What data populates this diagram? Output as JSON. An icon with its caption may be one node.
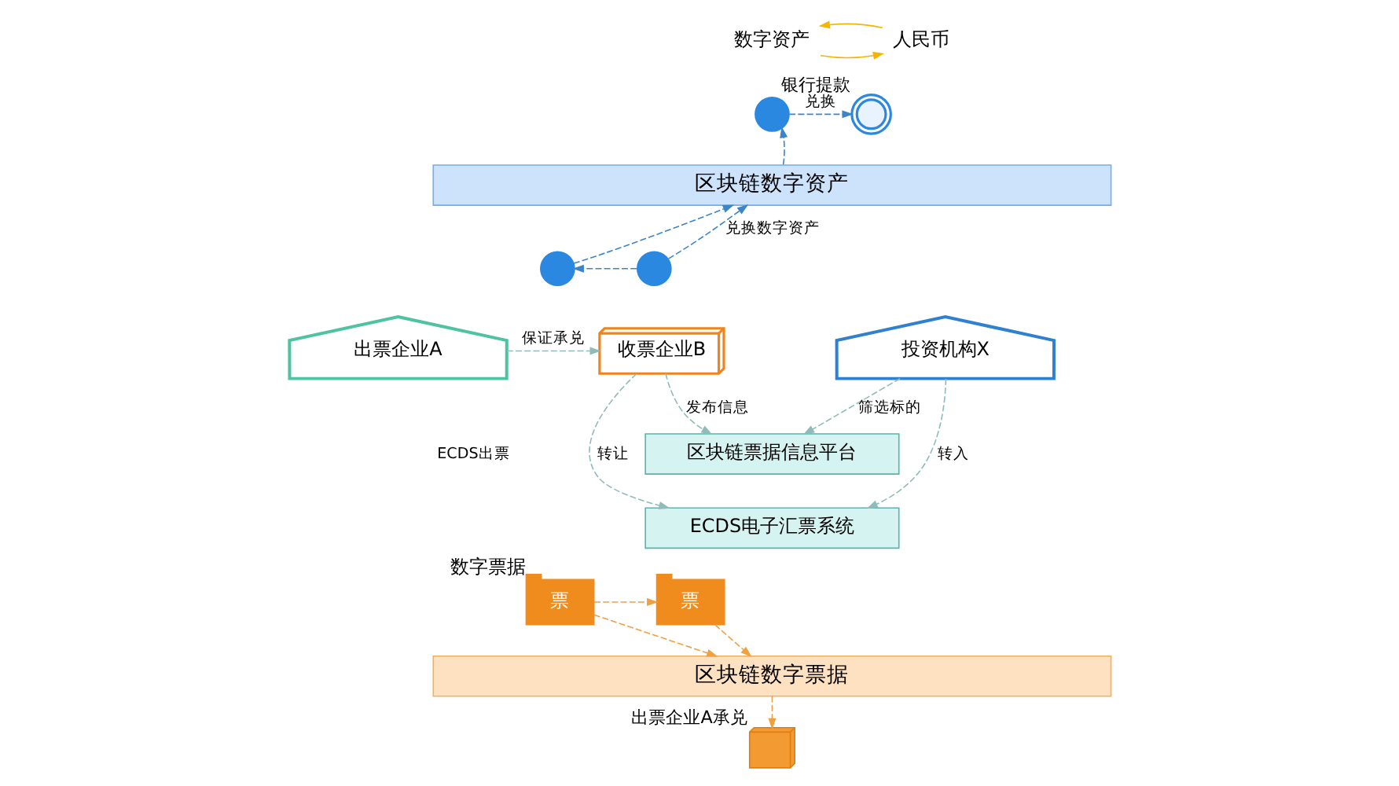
{
  "diagram": {
    "nodes": [
      {
        "text": [
          "数字资产"
        ]
      },
      {
        "text": [
          "人民币"
        ]
      },
      {
        "text": [],
        "shape": "circle"
      },
      {
        "text": [],
        "shape": "circle",
        "beside": [
          "银行提款"
        ]
      },
      {
        "text": [
          "区块链数字资产"
        ]
      },
      {
        "text": [],
        "shape": "circle"
      },
      {
        "text": [],
        "shape": "circle"
      },
      {
        "text": [
          "出票企业A"
        ]
      },
      {
        "text": [
          "收票企业B"
        ]
      },
      {
        "text": [
          "区块链票据信息平台"
        ]
      },
      {
        "text": [
          "ECDS电子汇票系统"
        ]
      },
      {
        "text": [
          "投资机构X"
        ]
      },
      {
        "text": [
          "票"
        ],
        "beside": [
          "数字票据"
        ]
      },
      {
        "text": [
          "票"
        ]
      },
      {
        "text": [
          "区块链数字票据"
        ]
      },
      {
        "text": [],
        "shape": "picture",
        "beside": [
          "出票企业A承兑"
        ]
      }
    ],
    "edges": [
      {
        "from": 0,
        "to": 1,
        "arrow": "to",
        "color": "#f2b600"
      },
      {
        "from": 1,
        "to": 0,
        "arrow": "to",
        "color": "#f2b600"
      },
      {
        "from": 4,
        "to": 2,
        "arrow": "to",
        "style": "dashed",
        "color": "#3d85c6"
      },
      {
        "from": 2,
        "to": 3,
        "arrow": "to",
        "label": "兑换",
        "style": "dashed",
        "color": "#3d85c6"
      },
      {
        "from": 5,
        "to": 4,
        "arrow": "to",
        "style": "dashed",
        "color": "#3d85c6"
      },
      {
        "from": 6,
        "to": 4,
        "arrow": "to",
        "label": "兑换数字资产",
        "style": "dashed",
        "color": "#3d85c6"
      },
      {
        "from": 6,
        "to": 5,
        "arrow": "to",
        "style": "dashed",
        "color": "#3d85c6"
      },
      {
        "from": 7,
        "to": 8,
        "arrow": "to",
        "label": "保证承兑",
        "style": "dashed",
        "color": "#8fbcb8"
      },
      {
        "from": 8,
        "to": 9,
        "arrow": "to",
        "label": "发布信息",
        "style": "dashed",
        "color": "#8fbcb8"
      },
      {
        "from": 8,
        "to": 10,
        "arrow": "to",
        "label": "转让",
        "style": "dashed",
        "color": "#8fbcb8"
      },
      {
        "from": 11,
        "to": 9,
        "arrow": "to",
        "label": "筛选标的",
        "style": "dashed",
        "color": "#8fbcb8"
      },
      {
        "from": 11,
        "to": 10,
        "arrow": "to",
        "label": "转入",
        "style": "dashed",
        "color": "#8fbcb8"
      },
      {
        "from": 12,
        "to": 13,
        "arrow": "to",
        "style": "dashed",
        "color": "#f0a040"
      },
      {
        "from": 12,
        "to": 14,
        "arrow": "to",
        "style": "dashed",
        "color": "#f0a040"
      },
      {
        "from": 13,
        "to": 14,
        "arrow": "to",
        "style": "dashed",
        "color": "#f0a040"
      },
      {
        "from": 14,
        "to": 15,
        "arrow": "to",
        "style": "dashed",
        "color": "#f0a040"
      }
    ],
    "labels": [
      "ECDS出票"
    ]
  }
}
